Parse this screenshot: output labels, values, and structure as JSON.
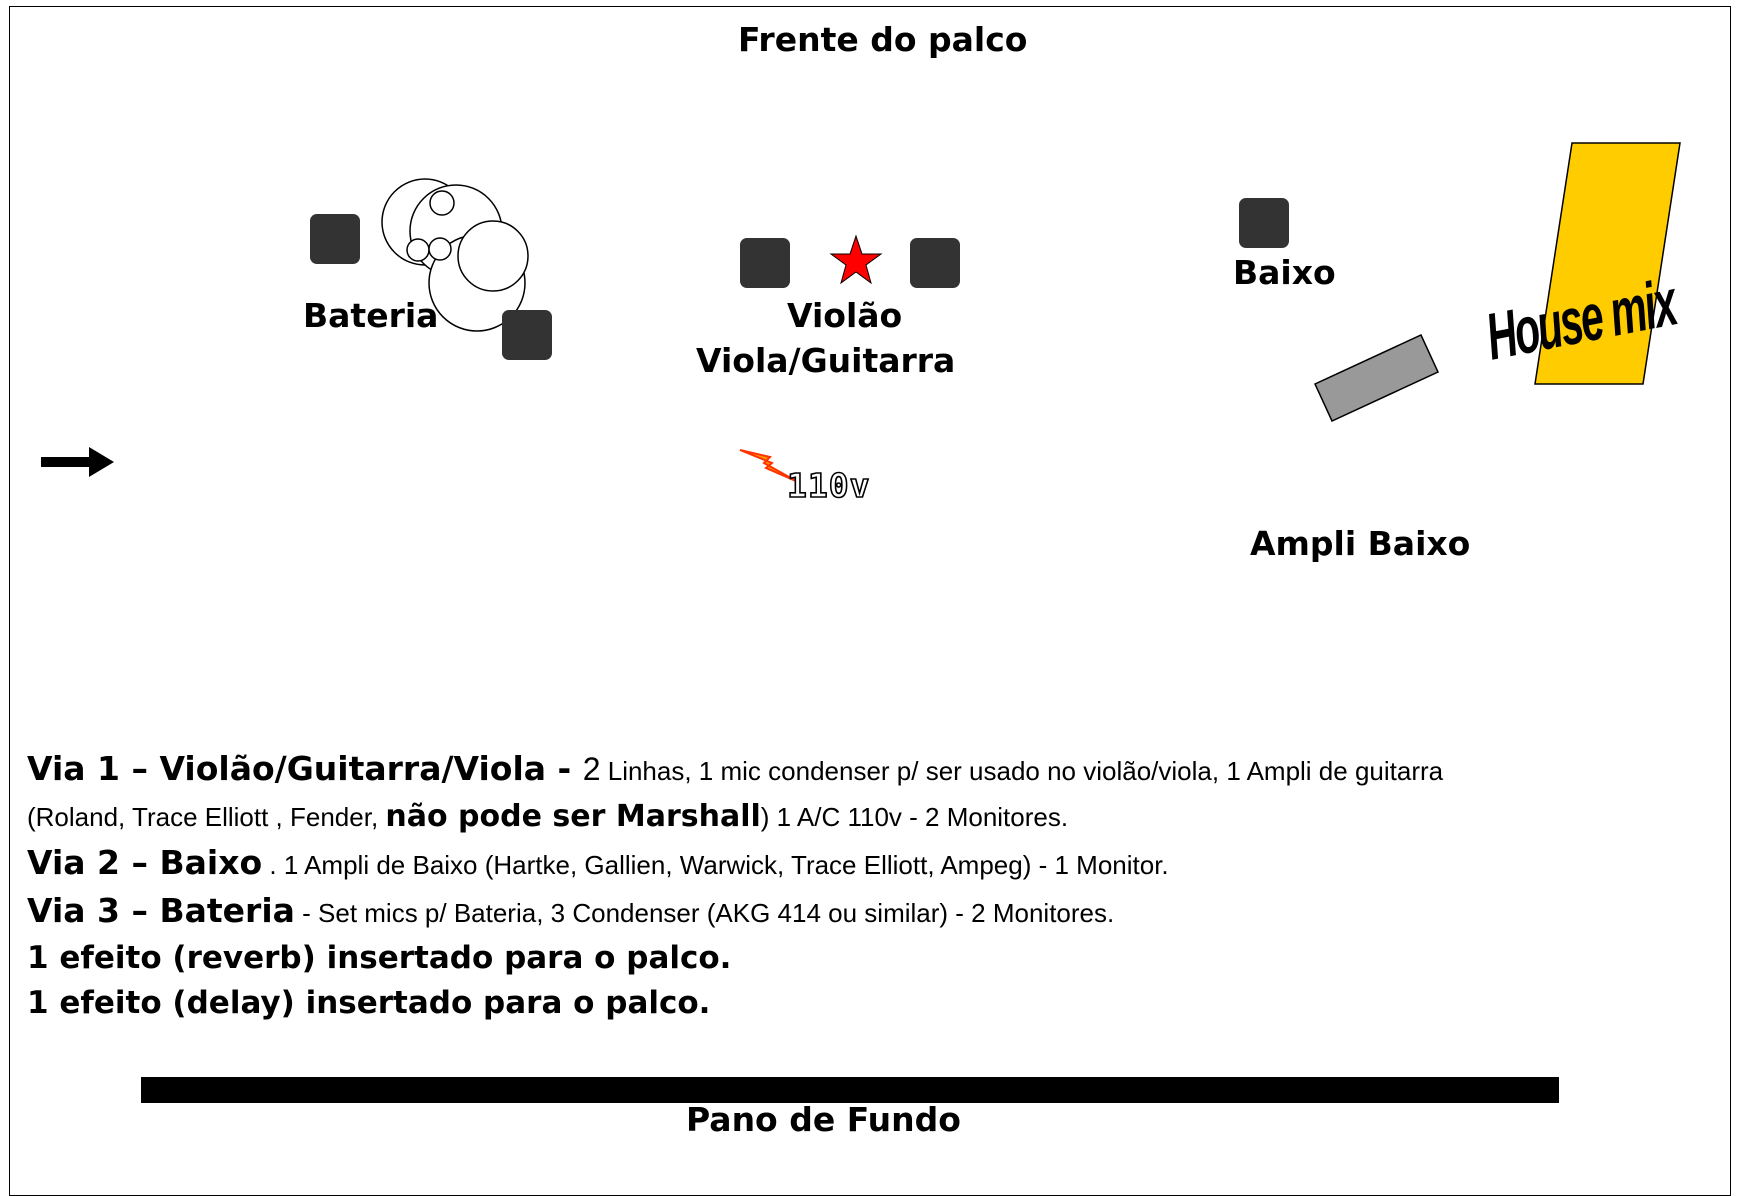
{
  "title_front": "Frente do palco",
  "labels": {
    "bateria": "Bateria",
    "violao": "Violão",
    "viola_guitarra": "Viola/Guitarra",
    "baixo": "Baixo",
    "ampli_baixo": "Ampli Baixo",
    "house_mix": "House mix",
    "power": "110v",
    "backdrop": "Pano de Fundo"
  },
  "colors": {
    "monitor": "#333333",
    "star": "#ff0000",
    "house_mix_area": "#ffcc00",
    "amp": "#999999"
  },
  "icons": {
    "entrance": "arrow-right-icon",
    "lead_position": "star-icon",
    "power": "lightning-bolt-icon"
  },
  "notes": {
    "via1": {
      "head": "Via 1 – Violão/Guitarra/Viola - ",
      "num": "2",
      "text_a": " Linhas, 1 mic condenser p/ ser usado no violão/viola, 1 Ampli de guitarra",
      "text_b": "(Roland, Trace Elliott , Fender, ",
      "bold": "não pode ser Marshall",
      "text_c": ") 1 A/C 110v - 2 Monitores."
    },
    "via2": {
      "head": "Via 2 – Baixo",
      "text": " . 1 Ampli de Baixo (Hartke, Gallien, Warwick, Trace Elliott, Ampeg) - 1 Monitor."
    },
    "via3": {
      "head": "Via 3 – Bateria",
      "text": " - Set mics p/ Bateria, 3 Condenser (AKG 414 ou similar) - 2 Monitores."
    },
    "effect1": "1 efeito (reverb) insertado para o palco.",
    "effect2": "1 efeito (delay) insertado para o palco."
  }
}
